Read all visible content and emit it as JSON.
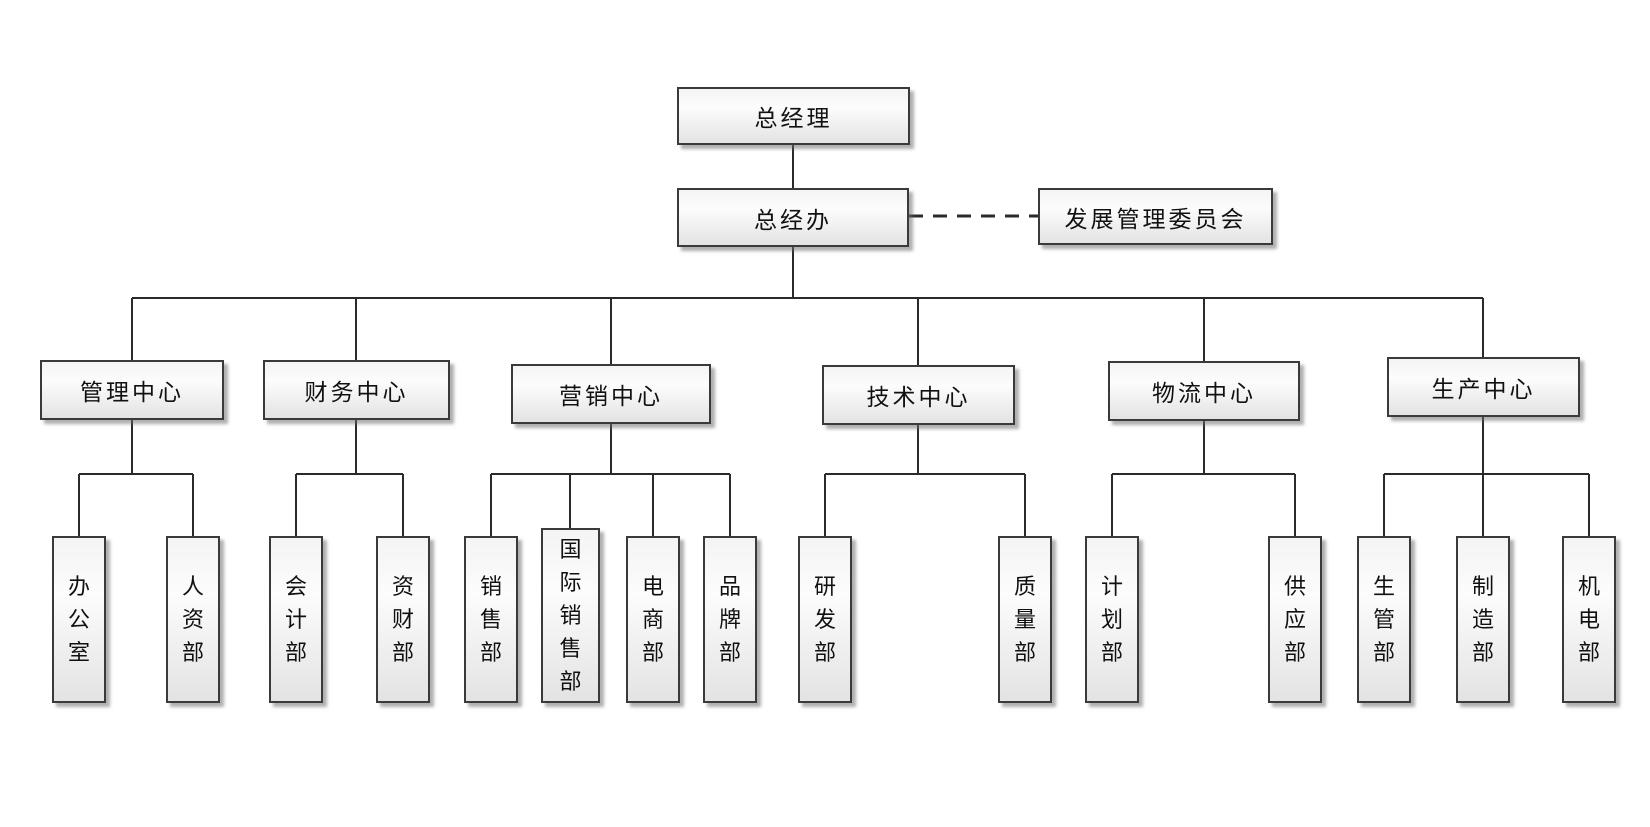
{
  "diagram": {
    "type": "org-chart",
    "root": {
      "label": "总经理"
    },
    "office": {
      "label": "总经办"
    },
    "committee": {
      "label": "发展管理委员会",
      "link_style": "dashed"
    },
    "centers": [
      {
        "label": "管理中心",
        "departments": [
          "办公室",
          "人资部"
        ]
      },
      {
        "label": "财务中心",
        "departments": [
          "会计部",
          "资财部"
        ]
      },
      {
        "label": "营销中心",
        "departments": [
          "销售部",
          "国际销售部",
          "电商部",
          "品牌部"
        ]
      },
      {
        "label": "技术中心",
        "departments": [
          "研发部",
          "质量部"
        ]
      },
      {
        "label": "物流中心",
        "departments": [
          "计划部",
          "供应部"
        ]
      },
      {
        "label": "生产中心",
        "departments": [
          "生管部",
          "制造部",
          "机电部"
        ]
      }
    ],
    "colors": {
      "line-color": "#2a2a2a",
      "box-border": "#3a3a3a",
      "box-top": "#f4f4f4",
      "box-mid": "#fcfcfc",
      "box-bottom": "#e3e3e3",
      "text": "#111111"
    }
  }
}
